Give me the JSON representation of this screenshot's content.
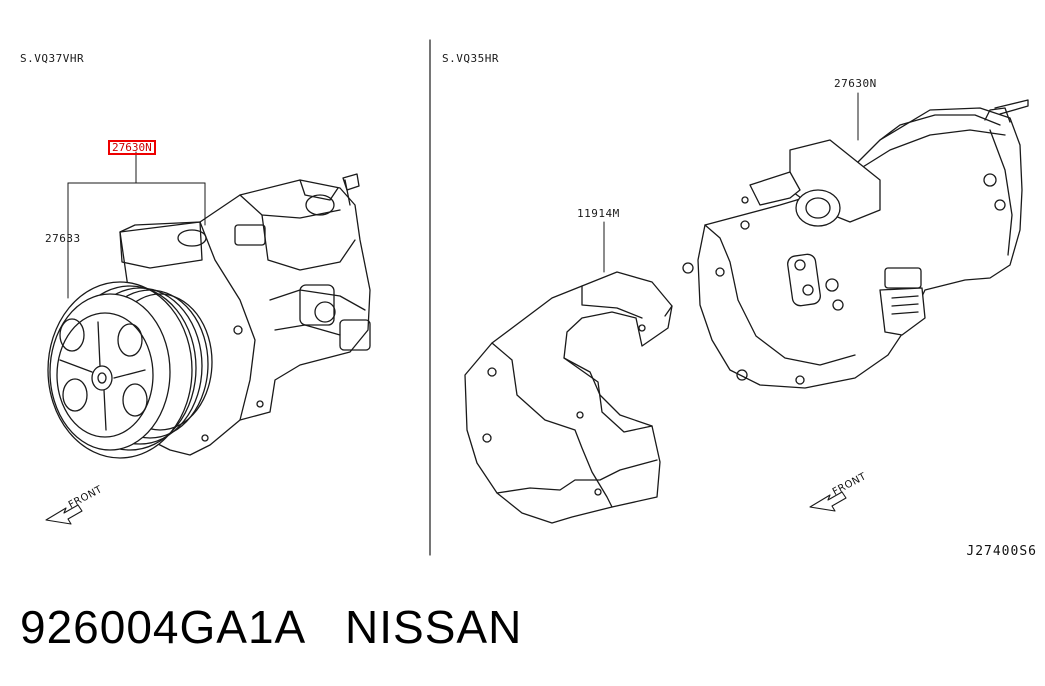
{
  "diagram": {
    "left_variant": "S.VQ37VHR",
    "right_variant": "S.VQ35HR",
    "callouts": {
      "left_compressor_highlighted": "27630N",
      "left_part": "27633",
      "right_compressor": "27630N",
      "heat_shield": "11914M"
    },
    "front_left": "FRONT",
    "front_right": "FRONT",
    "diagram_code": "J27400S6",
    "highlight_color": "#e00000"
  },
  "footer": {
    "part_number": "926004GA1A",
    "brand": "NISSAN"
  }
}
